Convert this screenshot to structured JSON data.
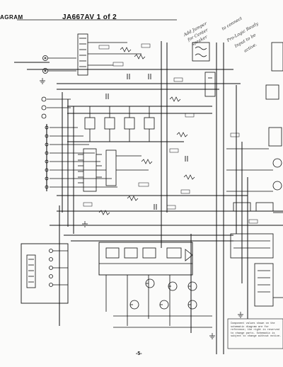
{
  "header": {
    "section_label": "AGRAM",
    "sheet_title": "JA667AV  1 of 2"
  },
  "footer": {
    "page_number": "-5-"
  },
  "handwritten_annotation": {
    "line1": "Add Jumper",
    "line2": "for Center",
    "line3": "speaker",
    "line4": "to connect",
    "line5": "Pro-Logic Ready",
    "line6": "Input to be",
    "line7": "active."
  },
  "note_box": {
    "text": "Component values shown on the schematic diagram are for reference; the right is reserved to change parts. Schematic is subject to change without notice."
  },
  "colors": {
    "ink": "#111111",
    "paper": "#fbfbfa"
  }
}
